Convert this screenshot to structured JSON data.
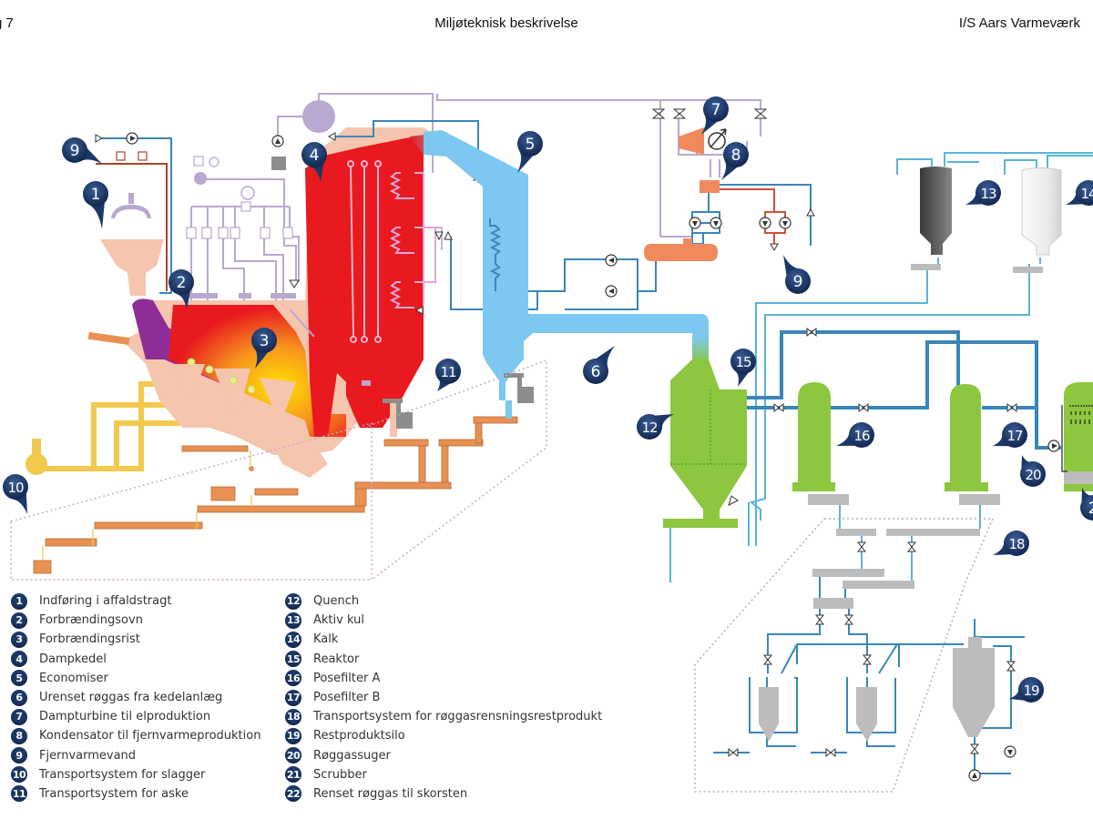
{
  "header": {
    "left": "g 7",
    "center": "Miljøteknisk beskrivelse",
    "right": "I/S Aars Varmeværk"
  },
  "colors": {
    "badge": "#1b3868",
    "flue_gas_hot": "#e8191f",
    "flue_gas_cooled": "#7cc8f0",
    "cleaning_equipment": "#8dc63f",
    "water_pipe": "#3a86b8",
    "steam_pipe": "#b9a8cf",
    "district_heating_return": "#d0503b",
    "slag_conveyor": "#e89153",
    "air_duct": "#f2c94c",
    "boiler_casing": "#f6c5ad",
    "silo_activated_carbon": "#555555",
    "residue": "#bcbcbc"
  },
  "callouts": [
    {
      "num": "1"
    },
    {
      "num": "2"
    },
    {
      "num": "3"
    },
    {
      "num": "4"
    },
    {
      "num": "5"
    },
    {
      "num": "6"
    },
    {
      "num": "7"
    },
    {
      "num": "8"
    },
    {
      "num": "9"
    },
    {
      "num": "9"
    },
    {
      "num": "10"
    },
    {
      "num": "11"
    },
    {
      "num": "12"
    },
    {
      "num": "13"
    },
    {
      "num": "14"
    },
    {
      "num": "15"
    },
    {
      "num": "16"
    },
    {
      "num": "17"
    },
    {
      "num": "18"
    },
    {
      "num": "19"
    },
    {
      "num": "20"
    },
    {
      "num": "2"
    }
  ],
  "legend": {
    "left": [
      {
        "num": "1",
        "label": "Indføring i affaldstragt"
      },
      {
        "num": "2",
        "label": "Forbrændingsovn"
      },
      {
        "num": "3",
        "label": "Forbrændingsrist"
      },
      {
        "num": "4",
        "label": "Dampkedel"
      },
      {
        "num": "5",
        "label": "Economiser"
      },
      {
        "num": "6",
        "label": "Urenset røggas fra kedelanlæg"
      },
      {
        "num": "7",
        "label": "Dampturbine til elproduktion"
      },
      {
        "num": "8",
        "label": "Kondensator til fjernvarmeproduktion"
      },
      {
        "num": "9",
        "label": "Fjernvarmevand"
      },
      {
        "num": "10",
        "label": "Transportsystem for slagger"
      },
      {
        "num": "11",
        "label": "Transportsystem for aske"
      }
    ],
    "right": [
      {
        "num": "12",
        "label": "Quench"
      },
      {
        "num": "13",
        "label": "Aktiv kul"
      },
      {
        "num": "14",
        "label": "Kalk"
      },
      {
        "num": "15",
        "label": "Reaktor"
      },
      {
        "num": "16",
        "label": "Posefilter A"
      },
      {
        "num": "17",
        "label": "Posefilter B"
      },
      {
        "num": "18",
        "label": "Transportsystem for røggasrensningsrestprodukt"
      },
      {
        "num": "19",
        "label": "Restproduktsilo"
      },
      {
        "num": "20",
        "label": "Røggassuger"
      },
      {
        "num": "21",
        "label": "Scrubber"
      },
      {
        "num": "22",
        "label": "Renset røggas til skorsten"
      }
    ]
  }
}
